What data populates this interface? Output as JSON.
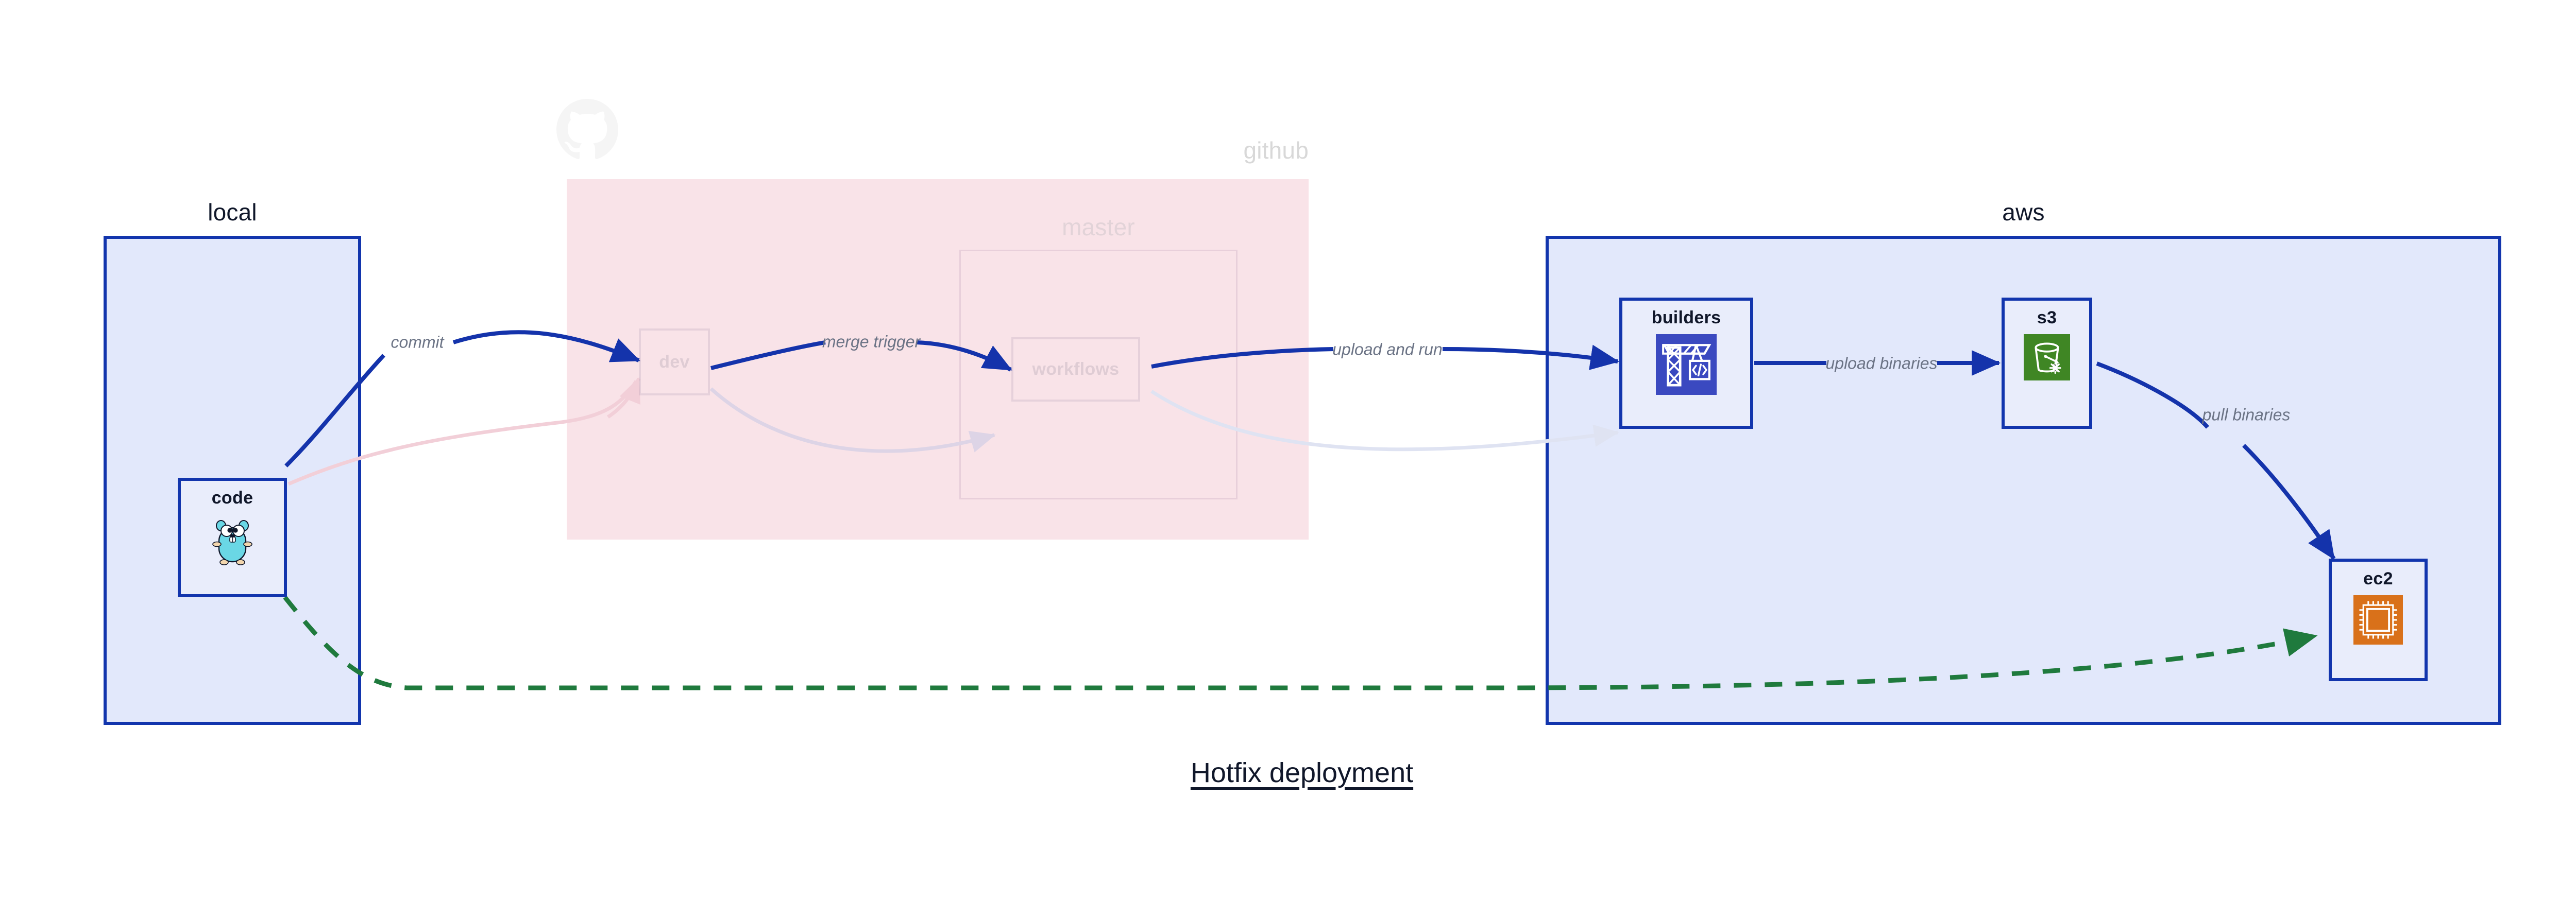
{
  "title": "Hotfix deployment",
  "colors": {
    "node_border": "#1235ad",
    "node_fill": "#e9edfb",
    "cluster_fill_blue": "#e2e8fb",
    "cluster_fill_pink": "#f9e3e8",
    "edge_blue": "#1433ab",
    "edge_green": "#1f7a3d",
    "edge_faded": "#d8c9da",
    "label_text": "#6b7385",
    "title_text": "#10172a",
    "icon_builders": "#3a49c0",
    "icon_s3": "#3f8624",
    "icon_ec2": "#d9711a",
    "icon_gopher": "#6ad7e5"
  },
  "clusters": [
    {
      "id": "local",
      "label": "local",
      "icon": null
    },
    {
      "id": "github",
      "label": "github",
      "icon": "octocat-icon"
    },
    {
      "id": "aws",
      "label": "aws",
      "icon": null
    }
  ],
  "subclusters": [
    {
      "id": "master",
      "label": "master",
      "parent": "github"
    }
  ],
  "nodes": [
    {
      "id": "code",
      "label": "code",
      "icon": "go-gopher-icon",
      "cluster": "local",
      "faded": false
    },
    {
      "id": "dev",
      "label": "dev",
      "icon": null,
      "cluster": "github",
      "faded": true
    },
    {
      "id": "workflows",
      "label": "workflows",
      "icon": null,
      "cluster": "master",
      "faded": true
    },
    {
      "id": "builders",
      "label": "builders",
      "icon": "aws-codebuild-icon",
      "cluster": "aws",
      "faded": false
    },
    {
      "id": "s3",
      "label": "s3",
      "icon": "aws-s3-bucket-icon",
      "cluster": "aws",
      "faded": false
    },
    {
      "id": "ec2",
      "label": "ec2",
      "icon": "aws-ec2-chip-icon",
      "cluster": "aws",
      "faded": false
    }
  ],
  "edges": [
    {
      "id": "e-commit",
      "from": "code",
      "to": "dev",
      "label": "commit",
      "style": "solid",
      "color": "#1433ab"
    },
    {
      "id": "e-merge",
      "from": "dev",
      "to": "workflows",
      "label": "merge trigger",
      "style": "solid",
      "color": "#1433ab"
    },
    {
      "id": "e-upload-run",
      "from": "workflows",
      "to": "builders",
      "label": "upload and run",
      "style": "solid",
      "color": "#1433ab"
    },
    {
      "id": "e-upload-bin",
      "from": "builders",
      "to": "s3",
      "label": "upload binaries",
      "style": "solid",
      "color": "#1433ab"
    },
    {
      "id": "e-pull-bin",
      "from": "s3",
      "to": "ec2",
      "label": "pull binaries",
      "style": "solid",
      "color": "#1433ab"
    },
    {
      "id": "e-hotfix-direct",
      "from": "code",
      "to": "ec2",
      "label": "",
      "style": "dashed",
      "color": "#1f7a3d"
    },
    {
      "id": "e-faded-a",
      "from": "code",
      "to": "dev",
      "label": "",
      "style": "faded",
      "color": "#e8ccd4"
    },
    {
      "id": "e-faded-b",
      "from": "dev",
      "to": "workflows",
      "label": "",
      "style": "faded",
      "color": "#d8cce0"
    },
    {
      "id": "e-faded-c",
      "from": "workflows",
      "to": "builders",
      "label": "",
      "style": "faded",
      "color": "#d5d8e8"
    }
  ]
}
